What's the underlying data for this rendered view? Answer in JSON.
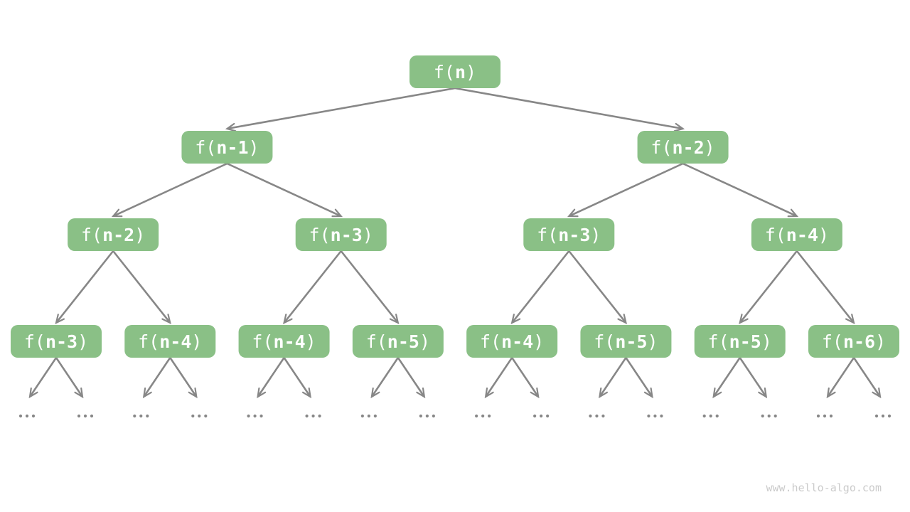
{
  "diagram": {
    "title_hidden": "",
    "type": "recursion-tree"
  },
  "colors": {
    "node_fill": "#8ac086",
    "node_text": "#ffffff",
    "arrow": "#878787",
    "watermark": "#cbcbcb",
    "background": "#ffffff"
  },
  "tree": {
    "levels": [
      {
        "labels": [
          "f(n)"
        ]
      },
      {
        "labels": [
          "f(n-1)",
          "f(n-2)"
        ]
      },
      {
        "labels": [
          "f(n-2)",
          "f(n-3)",
          "f(n-3)",
          "f(n-4)"
        ]
      },
      {
        "labels": [
          "f(n-3)",
          "f(n-4)",
          "f(n-4)",
          "f(n-5)",
          "f(n-4)",
          "f(n-5)",
          "f(n-5)",
          "f(n-6)"
        ]
      }
    ],
    "leaves": [
      "...",
      "...",
      "...",
      "...",
      "...",
      "...",
      "...",
      "...",
      "...",
      "...",
      "...",
      "...",
      "...",
      "...",
      "...",
      "..."
    ]
  },
  "watermark": "www.hello-algo.com"
}
